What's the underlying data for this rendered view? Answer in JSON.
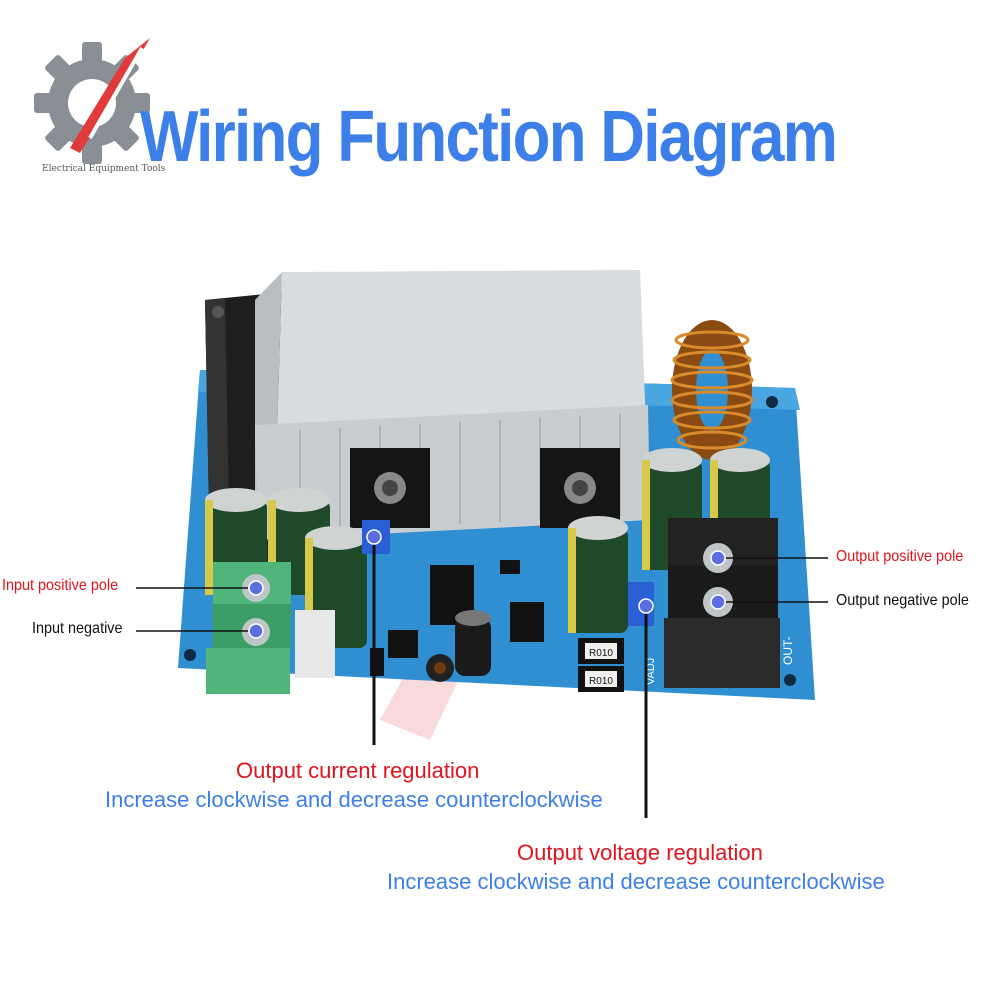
{
  "title": "Wiring Function Diagram",
  "logo": {
    "text": "Electrical Equipment Tools",
    "icon": "gear-icon"
  },
  "colors": {
    "title": "#3d7fe9",
    "red_label": "#e0141e",
    "blue_text": "#3d7fe9",
    "marker": "#5b6ee0",
    "pcb": "#2f8fd0"
  },
  "labels": {
    "input_positive": "Input positive pole",
    "input_negative": "Input negative",
    "output_positive": "Output positive pole",
    "output_negative": "Output negative pole"
  },
  "captions": {
    "current": {
      "title": "Output current regulation",
      "desc": "Increase clockwise and decrease counterclockwise"
    },
    "voltage": {
      "title": "Output voltage regulation",
      "desc": "Increase clockwise and decrease counterclockwise"
    }
  },
  "board_marks": {
    "resistor_1": "R010",
    "resistor_2": "R010",
    "vadj": "VADJ",
    "out_minus": "OUT-"
  }
}
